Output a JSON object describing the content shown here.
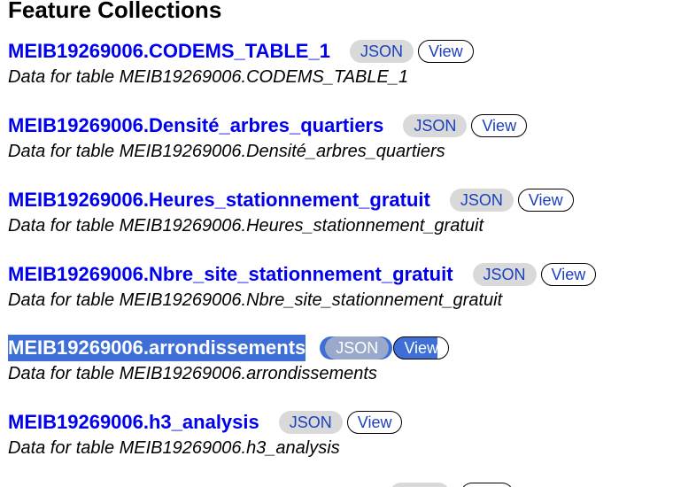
{
  "page": {
    "title": "Feature Collections"
  },
  "collections": [
    {
      "name": "MEIB19269006.CODEMS_TABLE_1",
      "json_label": "JSON",
      "view_label": "View",
      "description": "Data for table MEIB19269006.CODEMS_TABLE_1"
    },
    {
      "name": "MEIB19269006.Densité_arbres_quartiers",
      "json_label": "JSON",
      "view_label": "View",
      "description": "Data for table MEIB19269006.Densité_arbres_quartiers"
    },
    {
      "name": "MEIB19269006.Heures_stationnement_gratuit",
      "json_label": "JSON",
      "view_label": "View",
      "description": "Data for table MEIB19269006.Heures_stationnement_gratuit"
    },
    {
      "name": "MEIB19269006.Nbre_site_stationnement_gratuit",
      "json_label": "JSON",
      "view_label": "View",
      "description": "Data for table MEIB19269006.Nbre_site_stationnement_gratuit"
    },
    {
      "name": "MEIB19269006.arrondissements",
      "json_label": "JSON",
      "view_label": "View",
      "description": "Data for table MEIB19269006.arrondissements",
      "selected": true
    },
    {
      "name": "MEIB19269006.h3_analysis",
      "json_label": "JSON",
      "view_label": "View",
      "description": "Data for table MEIB19269006.h3_analysis"
    }
  ],
  "colors": {
    "link": "#0000ee",
    "button_text": "#1a3fbf",
    "json_button_bg": "#d9d9d9",
    "selection": "#3d6fd6"
  }
}
